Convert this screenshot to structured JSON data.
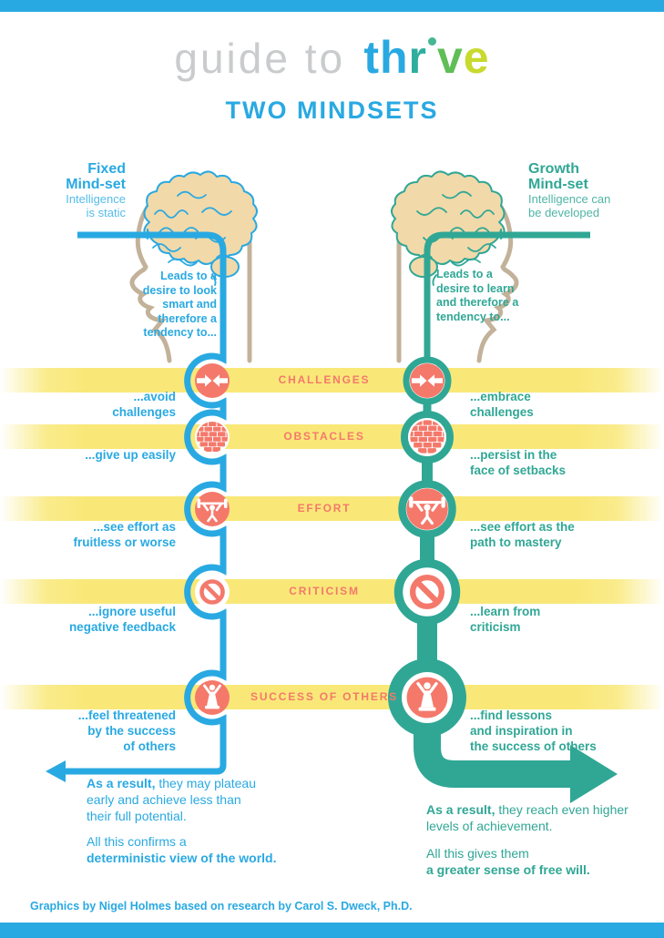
{
  "colors": {
    "blue": "#29a9e2",
    "blue_light": "#55bce9",
    "teal": "#30a795",
    "teal_light": "#4fb5a6",
    "salmon": "#f4796b",
    "yellow": "#f9e878",
    "tan": "#c3b29a",
    "brainfill": "#f2d9a9",
    "gray_logo": "#c9cbcd",
    "brand_th": "#29a9e2",
    "brand_r": "#2fae9f",
    "brand_dot": "#46b694",
    "brand_v": "#5fbe56",
    "brand_e": "#c8da2f"
  },
  "logo": {
    "light": "guide to",
    "th": "th",
    "r": "r",
    "v": "v",
    "e": "e"
  },
  "title": "TWO MINDSETS",
  "fixed": {
    "name": "Fixed\nMind-set",
    "sub": "Intelligence\nis static",
    "leads": "Leads to a\ndesire to look\nsmart and\ntherefore a\ntendency to..."
  },
  "growth": {
    "name": "Growth\nMind-set",
    "sub": "Intelligence can\nbe developed",
    "leads": "Leads to a\ndesire to learn\nand therefore a\ntendency to..."
  },
  "rows": [
    {
      "label": "CHALLENGES",
      "icon": "converging-arrows",
      "fixed": "...avoid\nchallenges",
      "growth": "...embrace\nchallenges"
    },
    {
      "label": "OBSTACLES",
      "icon": "brick-wall",
      "fixed": "...give up easily",
      "growth": "...persist in the\nface of setbacks"
    },
    {
      "label": "EFFORT",
      "icon": "weightlifter",
      "fixed": "...see effort as\nfruitless or worse",
      "growth": "...see effort as the\npath to mastery"
    },
    {
      "label": "CRITICISM",
      "icon": "prohibition-sign",
      "fixed": "...ignore useful\nnegative feedback",
      "growth": "...learn from\ncriticism"
    },
    {
      "label": "SUCCESS OF OTHERS",
      "icon": "winner-figure",
      "fixed": "...feel threatened\nby the success\nof others",
      "growth": "...find lessons\nand inspiration in\nthe success of others"
    }
  ],
  "results": {
    "fixed_1_bold": "As a result,",
    "fixed_1_rest": " they may plateau\nearly and achieve less than\ntheir full potential.",
    "fixed_2_pre": "All this confirms a\n",
    "fixed_2_bold": "deterministic view of the world.",
    "growth_1_bold": "As a result,",
    "growth_1_rest": " they reach even higher\nlevels of achievement.",
    "growth_2_pre": "All this gives them\n",
    "growth_2_bold": "a greater sense of free will."
  },
  "credit": "Graphics by Nigel Holmes based on research by Carol S. Dweck, Ph.D."
}
